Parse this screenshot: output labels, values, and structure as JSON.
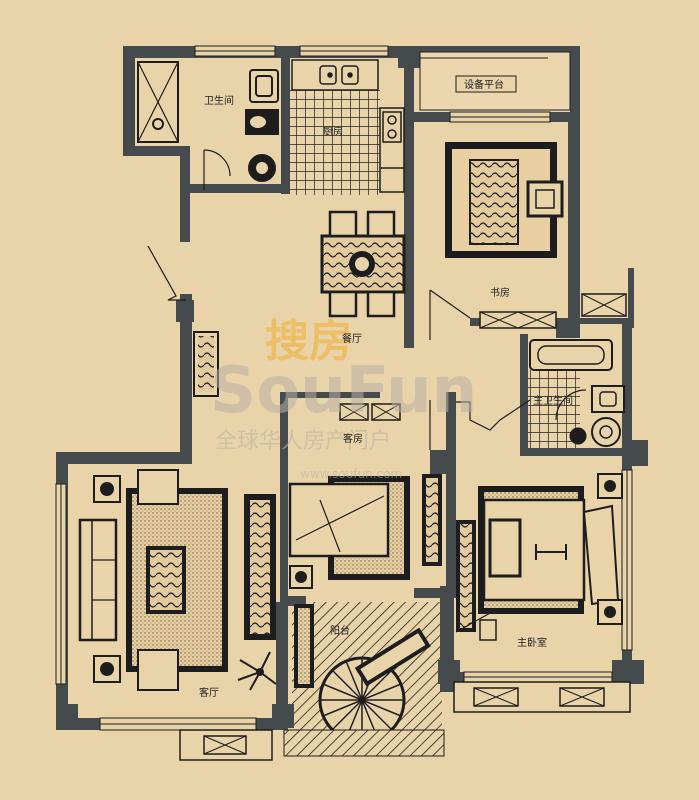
{
  "rooms": {
    "wc": "卫生间",
    "kitchen": "厨房",
    "equipment": "设备平台",
    "study": "书房",
    "dining": "餐厅",
    "master_bath": "主卫生间",
    "guest": "客房",
    "living": "客厅",
    "balcony": "阳台",
    "master_bedroom": "主卧室"
  },
  "watermark": {
    "brand_cn": "搜房",
    "brand_en": "SouFun",
    "slogan": "全球华人房产门户",
    "url": "www.soufun.com"
  },
  "colors": {
    "paper": "#e9d3a9",
    "wall": "#454b4c",
    "fixture": "#1d1d1d",
    "watermark_orange": "#f0b030"
  }
}
